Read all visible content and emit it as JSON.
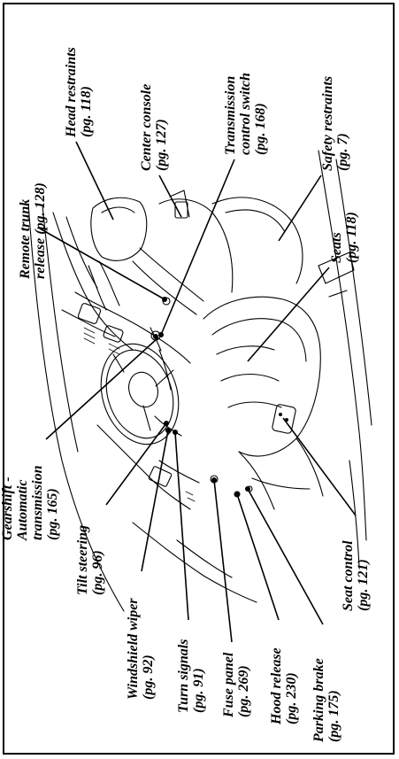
{
  "labels": {
    "head_restraints": [
      "Head restraints",
      "(pg. 118)"
    ],
    "center_console": [
      "Center console",
      "(pg. 127)"
    ],
    "transmission_control_switch": [
      "Transmission",
      "control switch",
      "(pg. 168)"
    ],
    "safety_restraints": [
      "Safety restraints",
      "(pg. 7)"
    ],
    "remote_trunk_release": [
      "Remote trunk",
      "release (pg. 128)"
    ],
    "seats": [
      "Seats",
      "(pg. 118)"
    ],
    "gearshift": [
      "Gearshift -",
      "Automatic",
      "transmission",
      "(pg. 165)"
    ],
    "tilt_steering": [
      "Tilt steering",
      "(pg. 96)"
    ],
    "windshield_wiper": [
      "Windshield wiper",
      "(pg. 92)"
    ],
    "turn_signals": [
      "Turn signals",
      "(pg. 91)"
    ],
    "fuse_panel": [
      "Fuse panel",
      "(pg. 269)"
    ],
    "hood_release": [
      "Hood release",
      "(pg. 230)"
    ],
    "parking_brake": [
      "Parking brake",
      "(pg. 175)"
    ],
    "seat_control": [
      "Seat control",
      "(pg. 121)"
    ]
  }
}
